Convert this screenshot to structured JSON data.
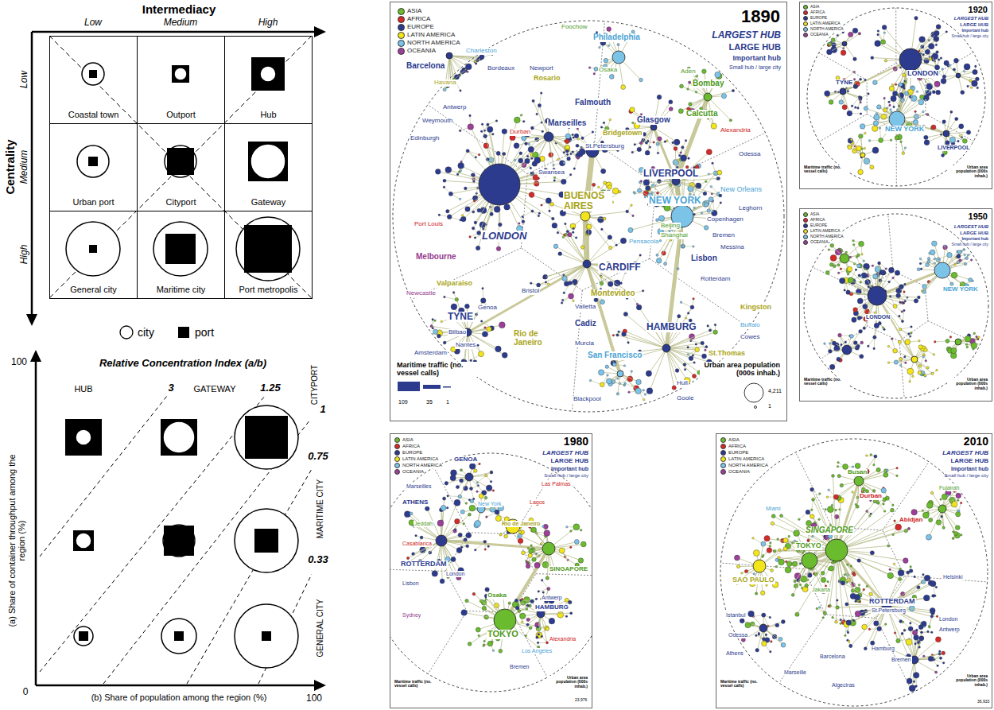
{
  "diagram": {
    "nodes": [
      {
        "text": [
          "Coastal town"
        ]
      },
      {
        "text": [
          "Outport"
        ]
      },
      {
        "text": [
          "Hub"
        ]
      },
      {
        "text": [
          "Urban port"
        ]
      },
      {
        "text": [
          "Cityport"
        ]
      },
      {
        "text": [
          "Gateway"
        ]
      },
      {
        "text": [
          "General city"
        ]
      },
      {
        "text": [
          "Maritime city"
        ]
      },
      {
        "text": [
          "Port metropolis"
        ]
      },
      {
        "text": [
          "1890"
        ]
      },
      {
        "text": [
          "1920"
        ]
      },
      {
        "text": [
          "1950"
        ]
      },
      {
        "text": [
          "1980"
        ]
      },
      {
        "text": [
          "2010"
        ]
      }
    ],
    "labels": [
      "Intermediacy",
      "Low",
      "Medium",
      "High",
      "Centrality",
      "Low",
      "Medium",
      "High",
      "Relative Concentration Index (a/b)",
      "HUB",
      "3",
      "GATEWAY",
      "1.25",
      "CITYPORT",
      "1",
      "0.75",
      "MARITIME CITY",
      "0.33",
      "GENERAL CITY",
      "100",
      "(a) Share of container throughput among the region (%)",
      "0",
      "(b) Share of population among the region (%)",
      "100",
      "LARGEST HUB",
      "LARGE HUB",
      "Important hub",
      "Small hub / large city",
      "Maritime traffic (no. vessel calls)",
      "109",
      "35",
      "1",
      "Urban area population (000s inhab.)",
      "4,211",
      "1",
      "LONDON",
      "LIVERPOOL",
      "NEW YORK",
      "BUENOS AIRES",
      "CARDIFF",
      "HAMBURG",
      "TYNE",
      "Marseilles",
      "Falmouth",
      "Glasgow",
      "Bombay",
      "Calcutta",
      "Philadelphia",
      "Barcelona",
      "Melbourne",
      "Montevideo",
      "Cadiz",
      "Rio de Janeiro",
      "San Francisco",
      "Lisbon",
      "New Orleans",
      "Odessa",
      "Valparaiso",
      "Genoa",
      "Bilbao",
      "Antwerp",
      "Edinburgh",
      "Durban",
      "Copenhagen",
      "Bremen",
      "Rotterdam",
      "Messina",
      "Kingston",
      "St.Thomas",
      "Hull",
      "Goole",
      "Amsterdam",
      "Pensacola",
      "Swansea",
      "Bridgetown",
      "St.Petersburg",
      "Weymouth",
      "Newcastle",
      "Nantes",
      "Havana",
      "Charleston",
      "Bordeaux",
      "Newport",
      "Rosario",
      "Osaka",
      "Foochow",
      "Aden",
      "Alexandria",
      "Leghorn",
      "Valletta",
      "Murcia",
      "Blackpool",
      "Port Louis",
      "Bristol",
      "Cowes",
      "Buffalo",
      "Shanghai",
      "Beijing",
      "LARGEST HUB",
      "LARGE HUB",
      "Important hub",
      "Small hub / large city",
      "LONDON",
      "NEW YORK",
      "TYNE",
      "LIVERPOOL",
      "Maritime traffic (no. vessel calls)",
      "Urban area population (000s inhab.)",
      "LARGEST HUB",
      "LARGE HUB",
      "Important hub",
      "Small hub / large city",
      "LONDON",
      "NEW YORK",
      "Maritime traffic (no. vessel calls)",
      "Urban area population (000s inhab.)",
      "LARGEST HUB",
      "LARGE HUB",
      "Important hub",
      "Small hub / large city",
      "ROTTERDAM",
      "TOKYO",
      "SINGAPORE",
      "HAMBURG",
      "GENOA",
      "ATHENS",
      "Marseilles",
      "Casablanca",
      "London",
      "Lisbon",
      "Osaka",
      "Antwerp",
      "Bremen",
      "Alexandria",
      "Sydney",
      "Lagos",
      "Las Palmas",
      "Rio de Janeiro",
      "Los Angeles",
      "New York",
      "Jeddah",
      "Maritime traffic (no. vessel calls)",
      "Urban area population (000s inhab.)",
      "23,976",
      "LARGEST HUB",
      "LARGE HUB",
      "Important hub",
      "Small hub / large city",
      "SINGAPORE",
      "TOKYO",
      "ROTTERDAM",
      "SAO PAULO",
      "Busan",
      "Durban",
      "Abidjan",
      "Istanbul",
      "Odessa",
      "Athens",
      "Helsinki",
      "London",
      "Antwerp",
      "Hamburg",
      "Bremen",
      "St.Petersburg",
      "Jakarta",
      "Miami",
      "Marseille",
      "Barcelona",
      "Algeciras",
      "Fujairah",
      "Maritime traffic (no. vessel calls)",
      "Urban area population (000s inhab.)",
      "36,933"
    ],
    "legend": [
      {
        "text": "city"
      },
      {
        "text": "port"
      },
      {
        "text": "ASIA",
        "color": "#6abb2e"
      },
      {
        "text": "AFRICA",
        "color": "#d42a2a"
      },
      {
        "text": "EUROPE",
        "color": "#2c3b8e"
      },
      {
        "text": "LATIN AMERICA",
        "color": "#f2e51b"
      },
      {
        "text": "NORTH AMERICA",
        "color": "#7cc3e8"
      },
      {
        "text": "OCEANIA",
        "color": "#9b3f98"
      },
      {
        "text": "ASIA",
        "color": "#6abb2e"
      },
      {
        "text": "AFRICA",
        "color": "#d42a2a"
      },
      {
        "text": "EUROPE",
        "color": "#2c3b8e"
      },
      {
        "text": "LATIN AMERICA",
        "color": "#f2e51b"
      },
      {
        "text": "NORTH AMERICA",
        "color": "#7cc3e8"
      },
      {
        "text": "OCEANIA",
        "color": "#9b3f98"
      },
      {
        "text": "ASIA",
        "color": "#6abb2e"
      },
      {
        "text": "AFRICA",
        "color": "#d42a2a"
      },
      {
        "text": "EUROPE",
        "color": "#2c3b8e"
      },
      {
        "text": "LATIN AMERICA",
        "color": "#f2e51b"
      },
      {
        "text": "NORTH AMERICA",
        "color": "#7cc3e8"
      },
      {
        "text": "OCEANIA",
        "color": "#9b3f98"
      },
      {
        "text": "ASIA",
        "color": "#6abb2e"
      },
      {
        "text": "AFRICA",
        "color": "#d42a2a"
      },
      {
        "text": "EUROPE",
        "color": "#2c3b8e"
      },
      {
        "text": "LATIN AMERICA",
        "color": "#f2e51b"
      },
      {
        "text": "NORTH AMERICA",
        "color": "#7cc3e8"
      },
      {
        "text": "OCEANIA",
        "color": "#9b3f98"
      },
      {
        "text": "ASIA",
        "color": "#6abb2e"
      },
      {
        "text": "AFRICA",
        "color": "#d42a2a"
      },
      {
        "text": "EUROPE",
        "color": "#2c3b8e"
      },
      {
        "text": "LATIN AMERICA",
        "color": "#f2e51b"
      },
      {
        "text": "NORTH AMERICA",
        "color": "#7cc3e8"
      },
      {
        "text": "OCEANIA",
        "color": "#9b3f98"
      }
    ]
  }
}
